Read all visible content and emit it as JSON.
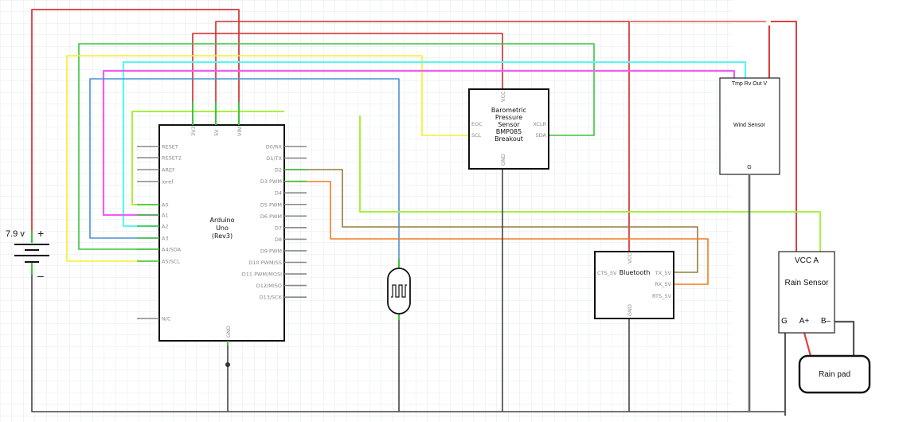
{
  "diagram": {
    "type": "circuit-schematic",
    "colors": {
      "power": "#d42a2a",
      "green": "#3cc43c",
      "yellow": "#f5ef2a",
      "cyan": "#5ef5f0",
      "magenta": "#ef5ef0",
      "blue": "#4a90d9",
      "lime": "#a8f040",
      "brown": "#9a7a3a",
      "orange": "#f07c20",
      "ground": "#444444",
      "grid": "#e4e8ee"
    },
    "battery": {
      "voltage": "7.9 v",
      "plus": "+",
      "minus": "–"
    },
    "arduino": {
      "title_lines": [
        "Arduino",
        "Uno",
        "(Rev3)"
      ],
      "top_pins": [
        "3V3",
        "5V",
        "VIN"
      ],
      "left_pins": [
        "RESET",
        "RESET2",
        "AREF",
        "ioref",
        "A0",
        "A1",
        "A2",
        "A3",
        "A4/SDA",
        "A5/SCL",
        "N/C"
      ],
      "right_pins": [
        "D0/RX",
        "D1/TX",
        "D2",
        "D3 PWM",
        "D4",
        "D5 PWM",
        "D6 PWM",
        "D7",
        "D8",
        "D9 PWM",
        "D10 PWM/SS",
        "D11 PWM/MOSI",
        "D12/MISO",
        "D13/SCK"
      ],
      "bottom_pin": "GND"
    },
    "barometer": {
      "title_lines": [
        "Barometric",
        "Pressure",
        "Sensor",
        "BMP085",
        "Breakout"
      ],
      "pins": {
        "top": "VCC",
        "bottom": "GND",
        "left1": "EOC",
        "left2": "SCL",
        "right1": "XCLR",
        "right2": "SDA"
      }
    },
    "wind_sensor": {
      "title": "Wind  Sensor",
      "pins_top": "Tmp  Rv  Out  V",
      "pin_bottom": "G"
    },
    "bluetooth": {
      "title": "Bluetooth",
      "pins": {
        "top": "VCC",
        "bottom": "GND",
        "left": "CTS_5V",
        "right1": "TX_5V",
        "right2": "RX_5V",
        "right3": "RTS_5V"
      }
    },
    "rain_sensor": {
      "title": "Rain  Sensor",
      "pins_top": "VCC  A",
      "pins_bottom": [
        "G",
        "A+",
        "B–"
      ]
    },
    "rain_pad": {
      "title": "Rain  pad"
    },
    "photoresistor": {
      "name": "photocell-ldr"
    }
  }
}
